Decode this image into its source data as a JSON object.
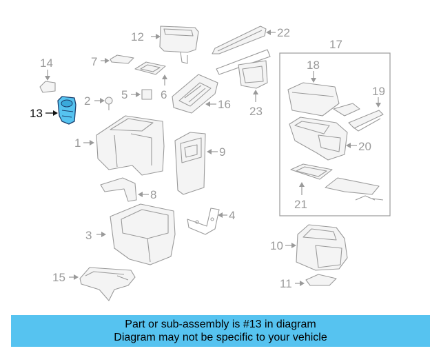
{
  "accent_color": "#56c3f0",
  "highlight_part": "13",
  "labels": {
    "p1": "1",
    "p2": "2",
    "p3": "3",
    "p4": "4",
    "p5": "5",
    "p6": "6",
    "p7": "7",
    "p8": "8",
    "p9": "9",
    "p10": "10",
    "p11": "11",
    "p12": "12",
    "p13": "13",
    "p14": "14",
    "p15": "15",
    "p16": "16",
    "p17": "17",
    "p18": "18",
    "p19": "19",
    "p20": "20",
    "p21": "21",
    "p22": "22",
    "p23": "23"
  },
  "banner": {
    "line1": "Part or sub-assembly is #13 in diagram",
    "line2": "Diagram may not be specific to your vehicle"
  }
}
